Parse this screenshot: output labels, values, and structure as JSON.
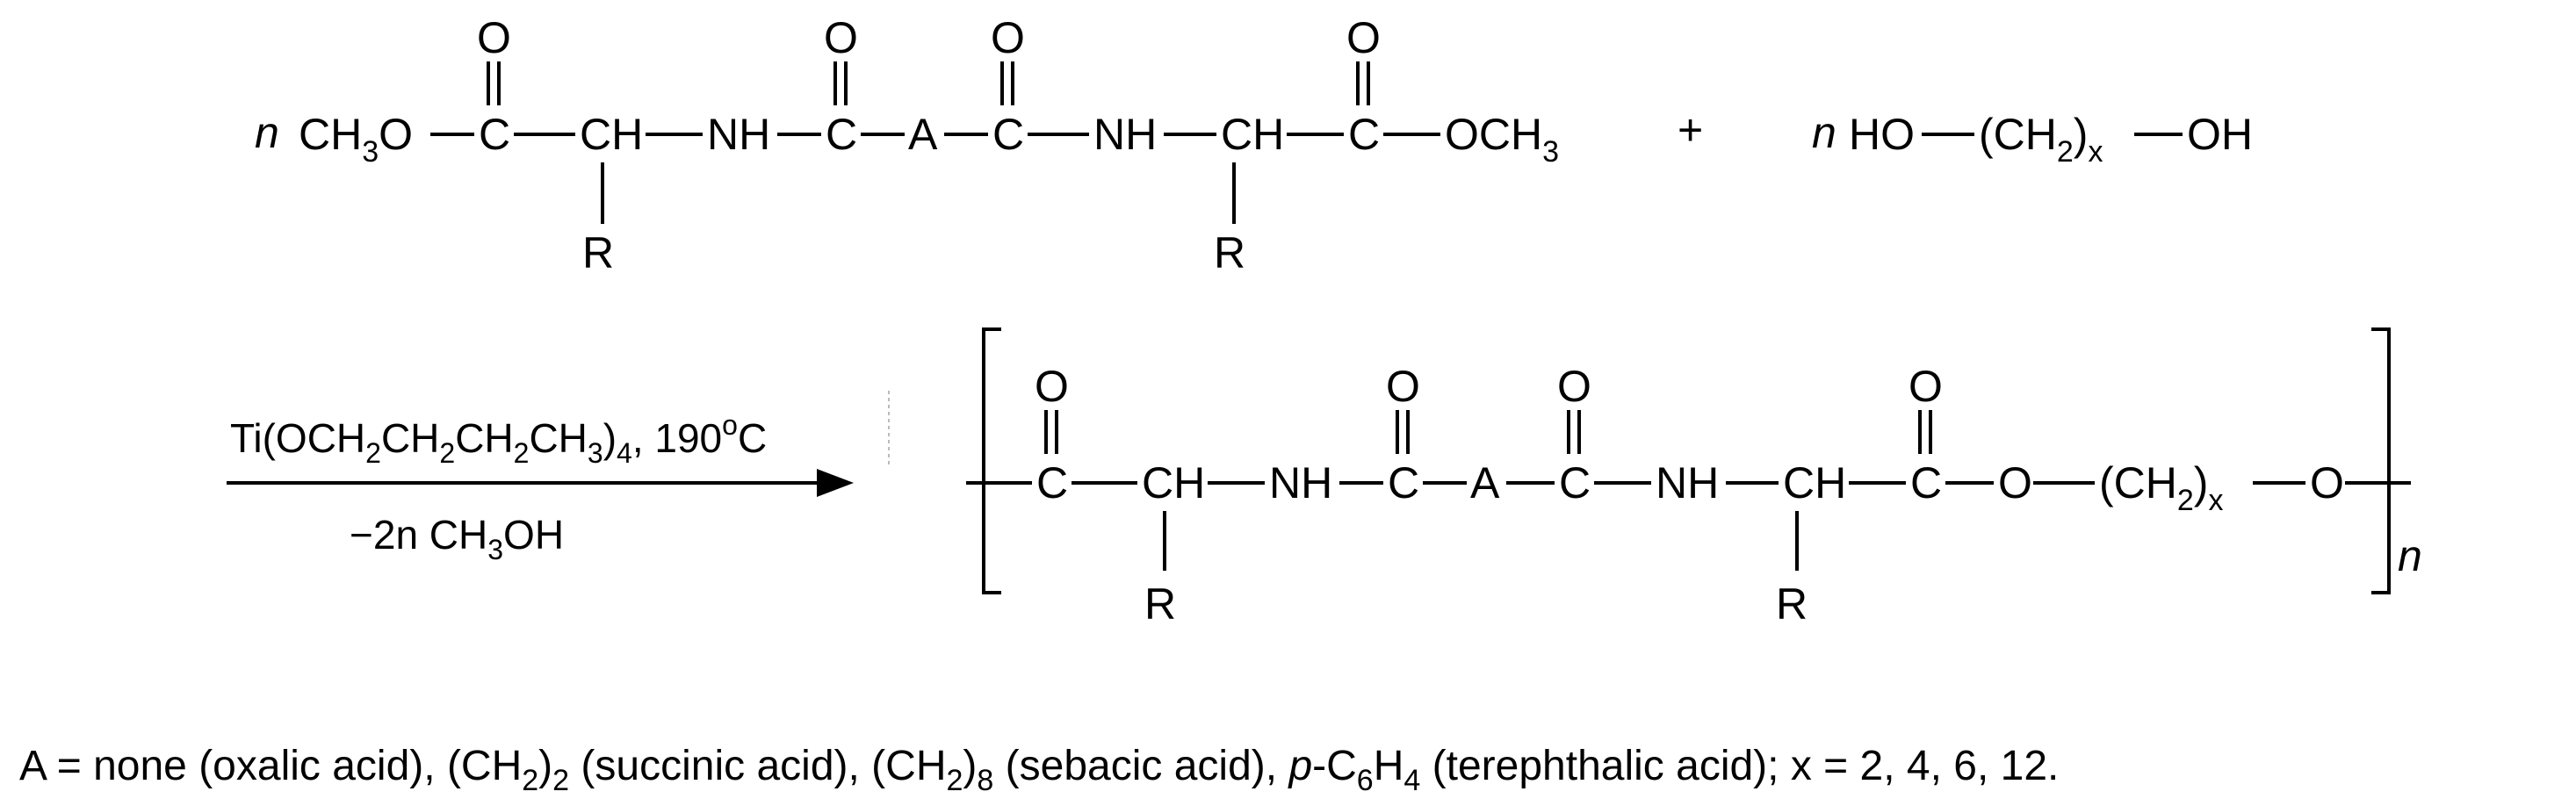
{
  "reactant1": {
    "coef": "n",
    "left_group": "CH",
    "left_group_sub": "3",
    "left_group_tail": "O",
    "carbon": "C",
    "oxygen": "O",
    "ch": "CH",
    "nh": "NH",
    "a": "A",
    "r": "R",
    "right_group": "OCH",
    "right_group_sub": "3"
  },
  "plus": "+",
  "reactant2": {
    "coef": "n",
    "ho": "HO",
    "ch2_open": "(CH",
    "ch2_sub": "2",
    "ch2_close": ")",
    "x": "x",
    "oh": "OH"
  },
  "conditions": {
    "catalyst_pre": "Ti(OCH",
    "sub2": "2",
    "ch2": "CH",
    "ch3": "CH",
    "sub3": "3",
    "close": ")",
    "sub4": "4",
    "temp_pre": ", 190",
    "degree": "o",
    "temp_unit": "C",
    "byproduct_pre": "−2n CH",
    "byproduct_sub": "3",
    "byproduct_post": "OH"
  },
  "product": {
    "carbon": "C",
    "oxygen": "O",
    "ch": "CH",
    "nh": "NH",
    "a": "A",
    "r": "R",
    "ester_o": "O",
    "ch2_open": "(CH",
    "ch2_sub": "2",
    "ch2_close": ")",
    "x": "x",
    "end_o": "O",
    "repeat": "n"
  },
  "caption": {
    "p1": "A = none (oxalic acid), (CH",
    "s1": "2",
    "p2": ")",
    "s2": "2",
    "p3": " (succinic acid), (CH",
    "s3": "2",
    "p4": ")",
    "s4": "8",
    "p5": " (sebacic acid), ",
    "para": "p",
    "p6": "-C",
    "s5": "6",
    "p7": "H",
    "s6": "4",
    "p8": " (terephthalic acid); x = 2, 4, 6, 12."
  }
}
